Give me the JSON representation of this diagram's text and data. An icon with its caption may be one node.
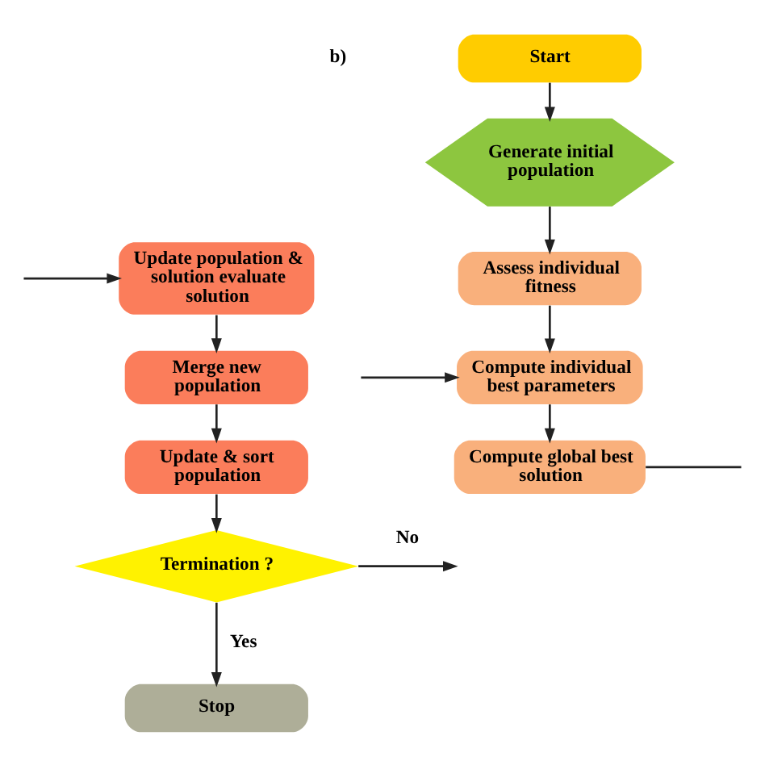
{
  "diagram": {
    "nodes": [
      {
        "text": [
          "Update population & solution evaluate solution"
        ]
      },
      {
        "text": [
          "Merge new population"
        ]
      },
      {
        "text": [
          "Update & sort population"
        ]
      },
      {
        "text": [
          "Termination ?"
        ]
      },
      {
        "text": [
          "Stop"
        ]
      },
      {
        "text": [
          "Start"
        ]
      },
      {
        "text": [
          "Generate initial population"
        ]
      },
      {
        "text": [
          "Assess individual fitness"
        ]
      },
      {
        "text": [
          "Compute individual best parameters"
        ]
      },
      {
        "text": [
          "Compute global best solution"
        ]
      }
    ],
    "edges": [
      {
        "from": null,
        "to": 0,
        "arrow": "to"
      },
      {
        "from": 0,
        "to": 1,
        "arrow": "to"
      },
      {
        "from": 1,
        "to": 2,
        "arrow": "to"
      },
      {
        "from": 2,
        "to": 3,
        "arrow": "to"
      },
      {
        "from": 3,
        "to": 4,
        "label": "Yes",
        "arrow": "to"
      },
      {
        "from": 3,
        "to": null,
        "label": "No",
        "arrow": "to"
      },
      {
        "from": 5,
        "to": 6,
        "arrow": "to"
      },
      {
        "from": 6,
        "to": 7,
        "arrow": "to"
      },
      {
        "from": 7,
        "to": 8,
        "arrow": "to"
      },
      {
        "from": 8,
        "to": 9,
        "arrow": "to"
      },
      {
        "from": 9,
        "to": null,
        "arrow": "none"
      },
      {
        "from": null,
        "to": 8,
        "arrow": "to"
      }
    ],
    "labels": [
      "b)"
    ]
  }
}
